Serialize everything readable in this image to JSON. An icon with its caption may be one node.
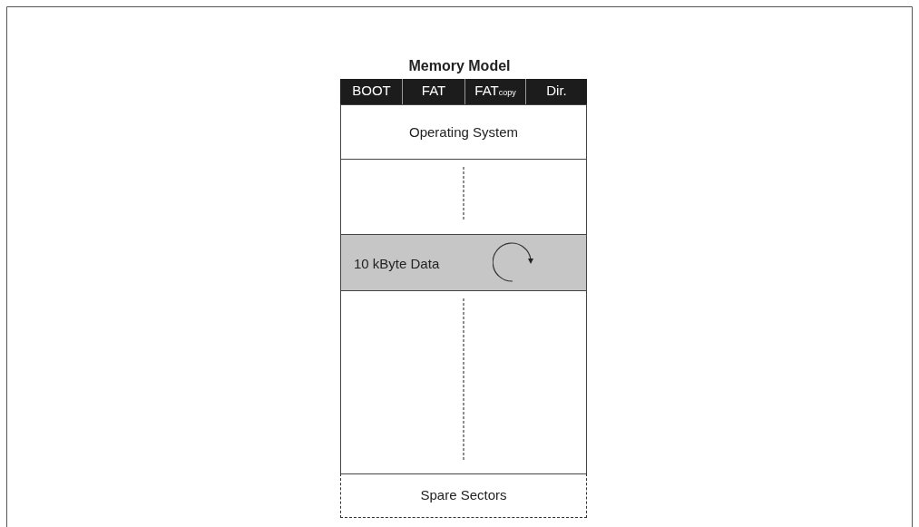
{
  "diagram": {
    "title": "Memory Model",
    "nodes": [
      {
        "text": [
          "BOOT"
        ]
      },
      {
        "text": [
          "FAT"
        ]
      },
      {
        "text": [
          "FAT$_{copy}$"
        ]
      },
      {
        "text": [
          "Dir."
        ]
      },
      {
        "text": [
          "Operating System"
        ]
      },
      {
        "text": [],
        "shape": "box"
      },
      {
        "text": [
          "10 kByte Data"
        ]
      },
      {
        "text": [],
        "shape": "box"
      },
      {
        "text": [
          "Spare Sectors"
        ]
      }
    ],
    "edges": []
  }
}
